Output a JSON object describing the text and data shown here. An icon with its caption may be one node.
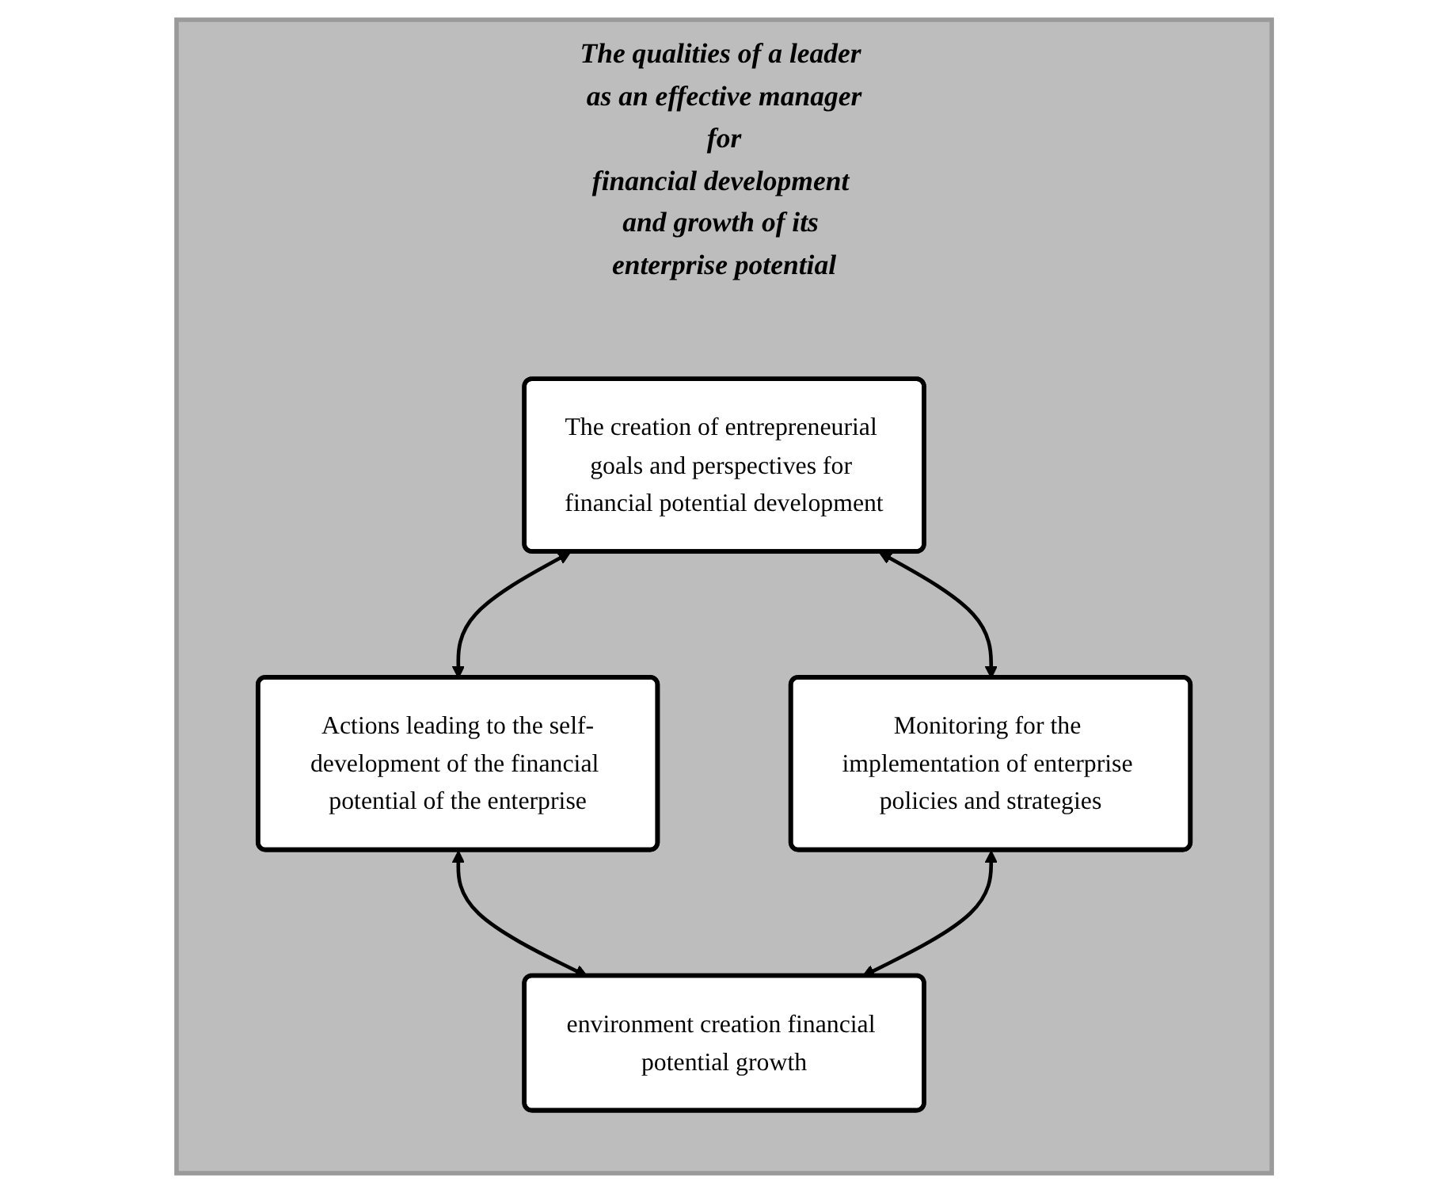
{
  "diagram": {
    "nodes": [
      {
        "text": [
          "The qualities of a leader as an effective manager",
          "for",
          "financial development and growth of its enterprise potential"
        ]
      },
      {
        "text": [
          "The creation of entrepreneurial goals and perspectives for financial potential development"
        ],
        "in": 0
      },
      {
        "text": [
          "Actions leading to the self-development of the financial potential of the enterprise"
        ],
        "in": 0
      },
      {
        "text": [
          "Monitoring for the implementation of enterprise policies and strategies"
        ],
        "in": 0
      },
      {
        "text": [
          "environment creation financial potential growth"
        ],
        "in": 0
      }
    ],
    "edges": [
      {
        "from": 1,
        "to": 2,
        "arrow": "both"
      },
      {
        "from": 1,
        "to": 3,
        "arrow": "both"
      },
      {
        "from": 2,
        "to": 4,
        "arrow": "both"
      },
      {
        "from": 3,
        "to": 4,
        "arrow": "both"
      }
    ]
  }
}
